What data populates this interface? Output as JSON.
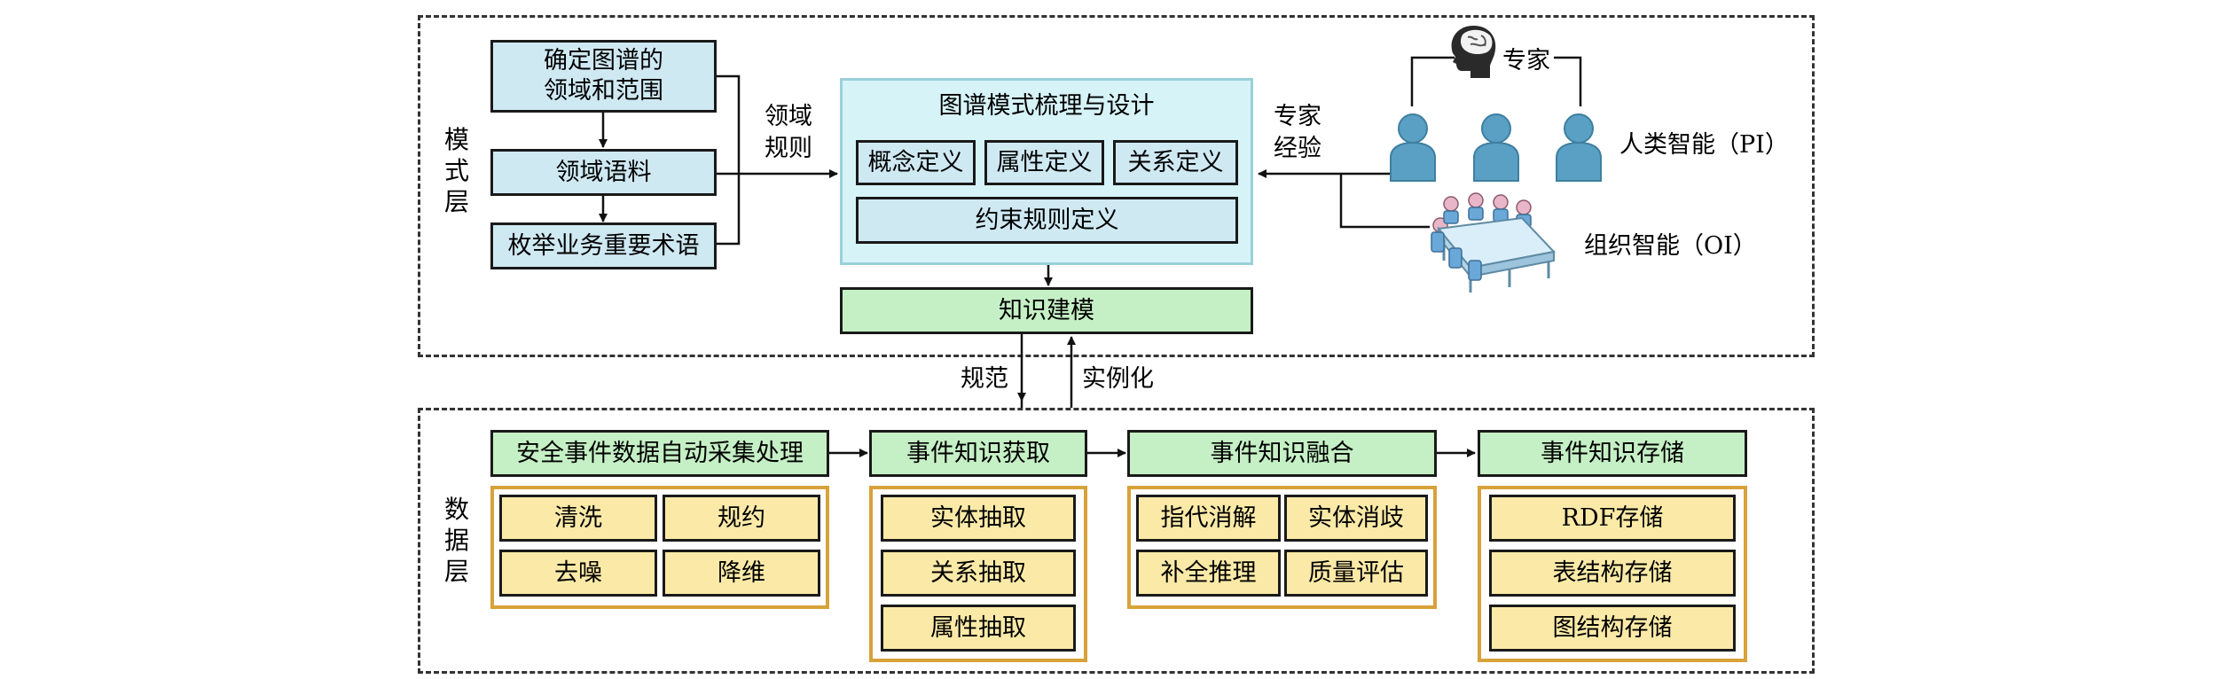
{
  "schema_layer": {
    "label_chars": [
      "模",
      "式",
      "层"
    ],
    "left_steps": [
      "确定图谱的领域和范围",
      "领域语料",
      "枚举业务重要术语"
    ],
    "domain_rules_label": "领域规则",
    "design_title": "图谱模式梳理与设计",
    "definitions": [
      "概念定义",
      "属性定义",
      "关系定义"
    ],
    "constraint_label": "约束规则定义",
    "knowledge_modeling": "知识建模",
    "expert_experience_label": "专家经验",
    "expert_label": "专家",
    "human_intelligence": "人类智能（PI）",
    "organization_intelligence": "组织智能（OI）"
  },
  "connectors": {
    "normalize": "规范",
    "instantiate": "实例化"
  },
  "data_layer": {
    "label_chars": [
      "数",
      "据",
      "层"
    ],
    "stages": [
      {
        "title": "安全事件数据自动采集处理",
        "items": [
          "清洗",
          "规约",
          "去噪",
          "降维"
        ]
      },
      {
        "title": "事件知识获取",
        "items": [
          "实体抽取",
          "关系抽取",
          "属性抽取"
        ]
      },
      {
        "title": "事件知识融合",
        "items": [
          "指代消解",
          "实体消歧",
          "补全推理",
          "质量评估"
        ]
      },
      {
        "title": "事件知识存储",
        "items": [
          "RDF存储",
          "表结构存储",
          "图结构存储"
        ]
      }
    ]
  },
  "colors": {
    "blue_box": "#cfe9f3",
    "design_panel": "#d6f3f8",
    "green_box": "#c5f0c5",
    "yellow_box": "#fbeaa7",
    "gold_frame": "#d8a23a",
    "person_icon": "#5aa0c4"
  },
  "icons": [
    "brain-head-icon",
    "person-icon",
    "meeting-table-icon"
  ]
}
